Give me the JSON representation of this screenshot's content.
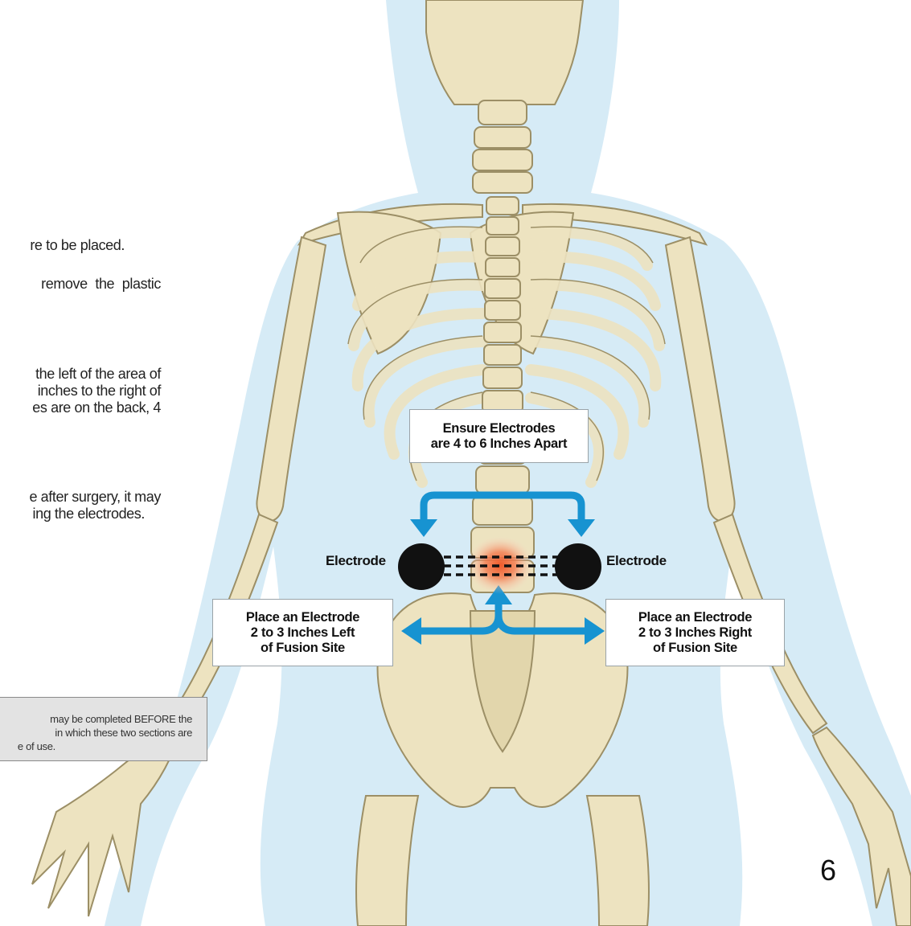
{
  "instructions": {
    "lines": [
      "re to be placed.",
      "remove the plastic",
      "the left of the area of",
      "inches to the right of",
      "es are on the back, 4",
      "e after surgery, it may",
      "ing the electrodes."
    ]
  },
  "note": {
    "lines": [
      "may be completed BEFORE  the",
      "in which these two sections are",
      "e of use."
    ]
  },
  "callouts": {
    "top": {
      "line1": "Ensure Electrodes",
      "line2": "are 4 to 6 Inches Apart"
    },
    "left": {
      "line1": "Place an Electrode",
      "line2": "2 to 3 Inches Left",
      "line3": "of Fusion Site"
    },
    "right": {
      "line1": "Place an Electrode",
      "line2": "2 to 3 Inches Right",
      "line3": "of Fusion Site"
    }
  },
  "electrodes": {
    "left_label": "Electrode",
    "right_label": "Electrode"
  },
  "page_number": "6",
  "colors": {
    "skin": "#d6ebf6",
    "bone": "#ede3c0",
    "bone_outline": "#9c8f66",
    "arrow": "#1793d1",
    "electrode": "#111111",
    "fusion_site": "#f05a2a",
    "note_background": "#e3e3e3"
  }
}
